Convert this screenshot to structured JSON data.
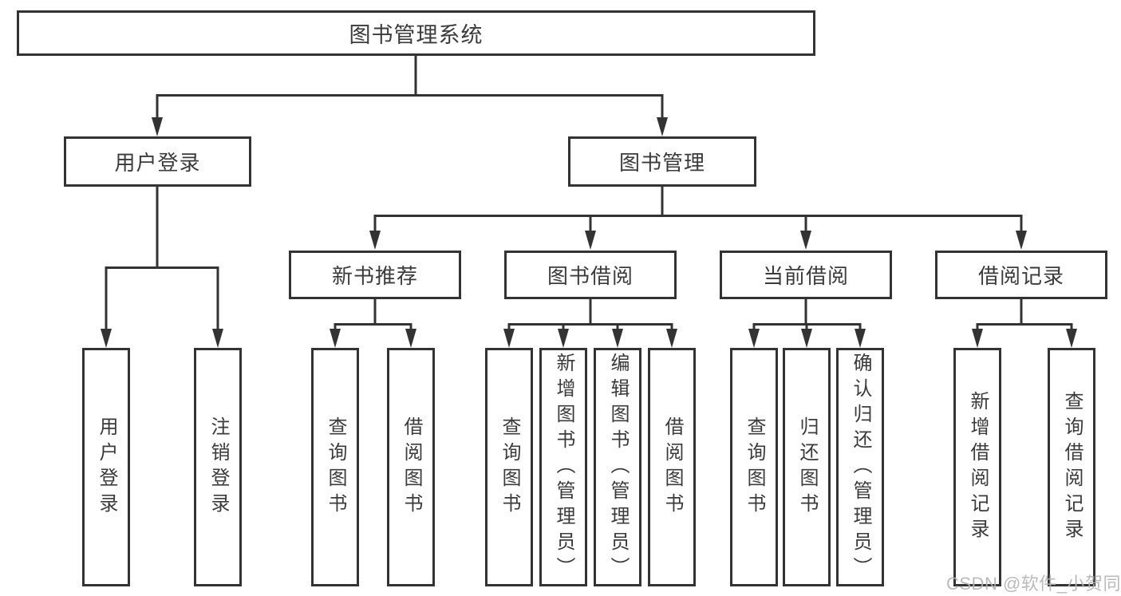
{
  "nodes": {
    "root": "图书管理系统",
    "level2": [
      "用户登录",
      "图书管理"
    ],
    "level3": [
      "新书推荐",
      "图书借阅",
      "当前借阅",
      "借阅记录"
    ],
    "leaves_user_login": [
      "用户登录",
      "注销登录"
    ],
    "leaves_new_book": [
      "查询图书",
      "借阅图书"
    ],
    "leaves_book_borrow": [
      "查询图书",
      "新增图书（管理员）",
      "编辑图书（管理员）",
      "借阅图书"
    ],
    "leaves_current_borrow": [
      "查询图书",
      "归还图书",
      "确认归还（管理员）"
    ],
    "leaves_borrow_records": [
      "新增借阅记录",
      "查询借阅记录"
    ]
  },
  "watermark": "CSDN @软件_小贺同学",
  "colors": {
    "line": "#333333",
    "text": "#3b3b3b",
    "box-bg": "#ffffff",
    "watermark": "#b3b3b3",
    "page-bg": "#ffffff"
  }
}
